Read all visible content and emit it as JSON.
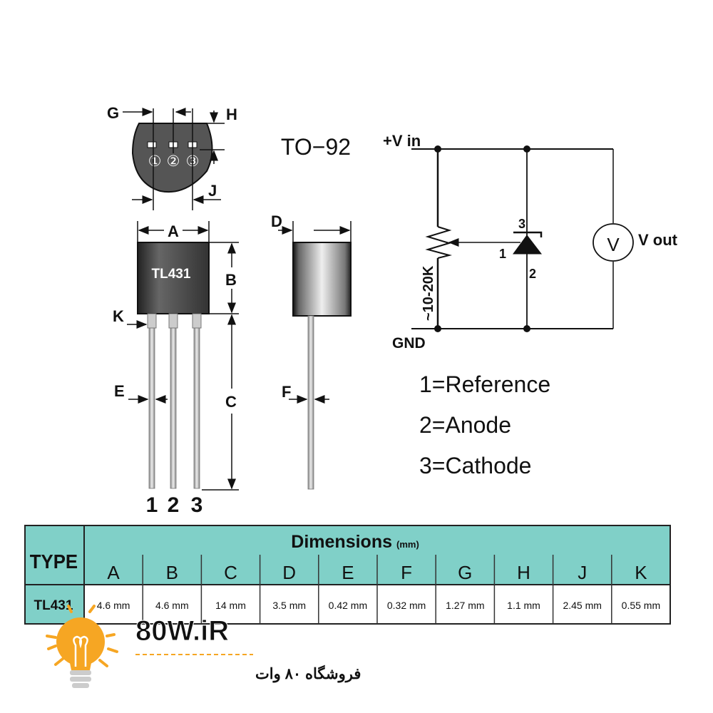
{
  "package": {
    "name": "TO−92",
    "marking": "TL431",
    "dim_labels": {
      "A": "A",
      "B": "B",
      "C": "C",
      "D": "D",
      "E": "E",
      "F": "F",
      "G": "G",
      "H": "H",
      "J": "J",
      "K": "K"
    },
    "top_pins": [
      "①",
      "②",
      "③"
    ],
    "pin_numbers": [
      "1",
      "2",
      "3"
    ]
  },
  "circuit": {
    "vin_label": "+V in",
    "gnd_label": "GND",
    "pot_label": "~10-20K",
    "vout_label": "V out",
    "meter_symbol": "V",
    "pin_cathode": "3",
    "pin_ref": "1",
    "pin_anode": "2"
  },
  "pinout": [
    "1=Reference",
    "2=Anode",
    "3=Cathode"
  ],
  "table": {
    "type_header": "TYPE",
    "title": "Dimensions",
    "unit": "(mm)",
    "columns": [
      "A",
      "B",
      "C",
      "D",
      "E",
      "F",
      "G",
      "H",
      "J",
      "K"
    ],
    "row_type": "TL431",
    "values": [
      "4.6 mm",
      "4.6 mm",
      "14 mm",
      "3.5 mm",
      "0.42 mm",
      "0.32 mm",
      "1.27 mm",
      "1.1 mm",
      "2.45 mm",
      "0.55 mm"
    ],
    "header_color": "#80d0c8"
  },
  "watermark": {
    "brand": "80W.iR",
    "tagline": "فروشگاه ۸۰ وات",
    "accent": "#f6a623"
  }
}
